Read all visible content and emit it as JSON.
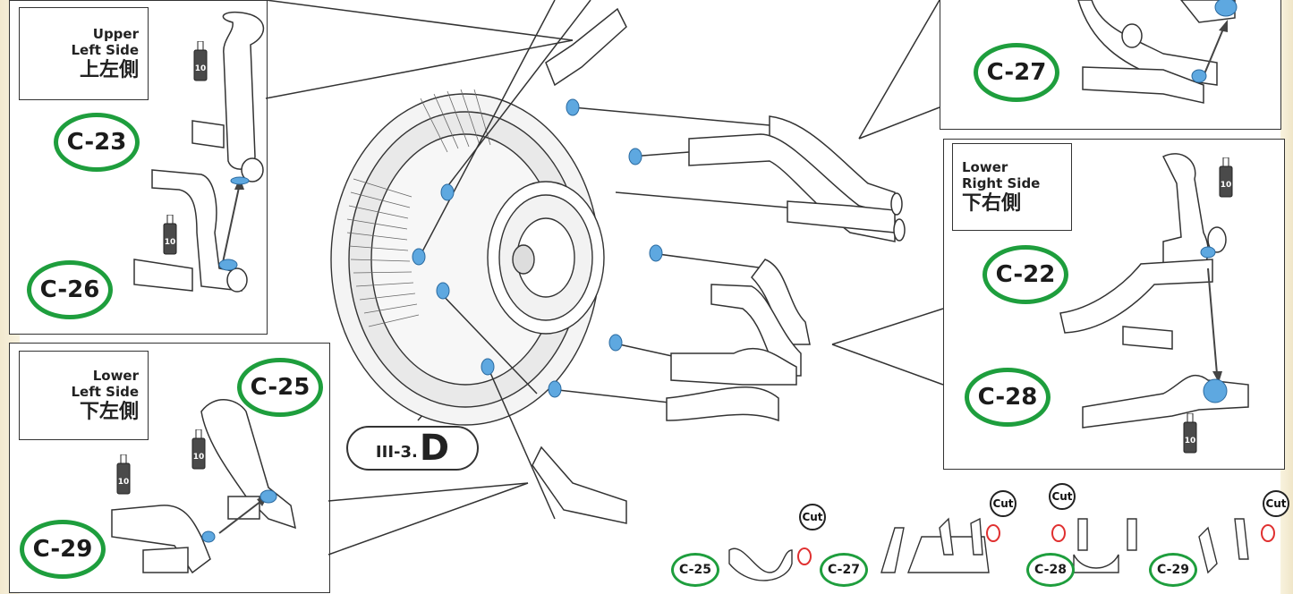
{
  "step": {
    "number": "III-3.",
    "letter": "D"
  },
  "panels": {
    "upper_left": {
      "title_en_1": "Upper",
      "title_en_2": "Left Side",
      "title_zh": "上左側"
    },
    "lower_left": {
      "title_en_1": "Lower",
      "title_en_2": "Left Side",
      "title_zh": "下左側"
    },
    "lower_right": {
      "title_en_1": "Lower",
      "title_en_2": "Right Side",
      "title_zh": "下右側"
    }
  },
  "parts": {
    "c23": "C-23",
    "c26": "C-26",
    "c25": "C-25",
    "c29": "C-29",
    "c27": "C-27",
    "c22": "C-22",
    "c28": "C-28"
  },
  "sprue": {
    "c25": "C-25",
    "c27": "C-27",
    "c28": "C-28",
    "c29": "C-29",
    "cut": "Cut"
  },
  "paint": {
    "code": "10"
  },
  "colors": {
    "callout_green": "#1e9e3d",
    "glue_blue": "#5ea8e0",
    "cut_red": "#e03030"
  }
}
